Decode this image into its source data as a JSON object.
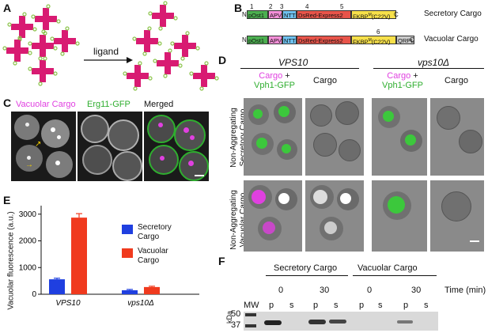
{
  "panels": {
    "A": "A",
    "B": "B",
    "C": "C",
    "D": "D",
    "E": "E",
    "F": "F"
  },
  "panelA": {
    "arrow_label": "ligand"
  },
  "panelB": {
    "domain_numbers": [
      "1",
      "2",
      "3",
      "4",
      "5",
      "6"
    ],
    "domains": [
      "pOst1",
      "APV",
      "NTT",
      "DsRed-Express2",
      "FKBP",
      "QRPL"
    ],
    "fkbp_sup": "M",
    "fkbp_suffix": "(C22V)",
    "terminus_n": "N",
    "terminus_c": "C",
    "constructs": [
      "Secretory Cargo",
      "Vacuolar Cargo"
    ],
    "colors": {
      "pOst1": "#4caf50",
      "APV": "#f48fd8",
      "NTT": "#6ec1ef",
      "DsRed": "#e8544a",
      "FKBP": "#f7e04a",
      "QRPL": "#cccccc"
    }
  },
  "panelC": {
    "titles": [
      "Vacuolar Cargo",
      "Erg11-GFP",
      "Merged"
    ],
    "colors": {
      "magenta": "#e040e0",
      "green": "#2fae2f"
    }
  },
  "panelD": {
    "strains": [
      "VPS10",
      "vps10Δ"
    ],
    "col_cargo": "Cargo",
    "col_plus": "+",
    "col_vph": "Vph1-GFP",
    "rows": [
      "Non-Aggregating Secretory Cargo",
      "Non-Aggregating Vacuolar Cargo"
    ]
  },
  "panelE": {
    "ylabel": "Vacuolar fluorescence (a.u.)",
    "legend": [
      {
        "label": "Secretory Cargo",
        "color": "#1f3fe0"
      },
      {
        "label": "Vacuolar Cargo",
        "color": "#f03a1e"
      }
    ]
  },
  "chart_data": {
    "type": "bar",
    "categories": [
      "VPS10",
      "vps10Δ"
    ],
    "series": [
      {
        "name": "Secretory Cargo",
        "values": [
          560,
          150
        ],
        "errors": [
          40,
          30
        ]
      },
      {
        "name": "Vacuolar Cargo",
        "values": [
          2870,
          270
        ],
        "errors": [
          150,
          30
        ]
      }
    ],
    "ylabel": "Vacuolar fluorescence (a.u.)",
    "ylim": [
      0,
      3200
    ],
    "yticks": [
      "0",
      "1000",
      "2000",
      "3000"
    ],
    "legend_position": "top-right"
  },
  "panelF": {
    "groups": [
      "Secretory Cargo",
      "Vacuolar Cargo"
    ],
    "times": [
      "0",
      "30",
      "0",
      "30"
    ],
    "time_label": "Time (min)",
    "lanes": [
      "p",
      "s",
      "p",
      "s",
      "p",
      "s",
      "p",
      "s"
    ],
    "mw_label": "MW",
    "kda_label": "kDa",
    "markers": [
      "50",
      "37"
    ]
  }
}
